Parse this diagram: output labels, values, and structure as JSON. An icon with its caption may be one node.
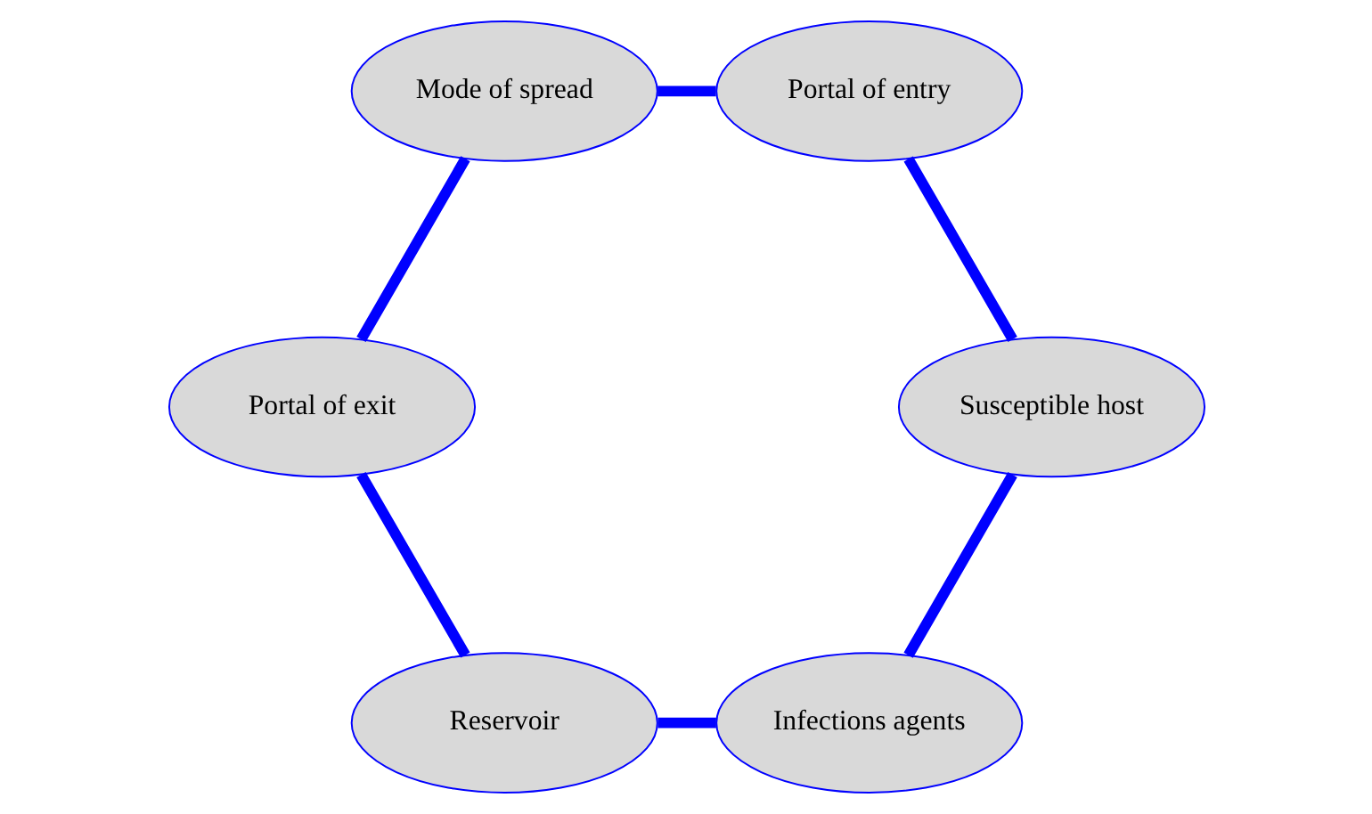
{
  "diagram": {
    "nodes": [
      {
        "text": [
          "Infections agents"
        ]
      },
      {
        "text": [
          "Reservoir"
        ]
      },
      {
        "text": [
          "Portal of exit"
        ]
      },
      {
        "text": [
          "Mode of spread"
        ]
      },
      {
        "text": [
          "Portal of entry"
        ]
      },
      {
        "text": [
          "Susceptible host"
        ]
      }
    ],
    "edges": [
      {
        "from": 0,
        "to": 1,
        "arrow": "none"
      },
      {
        "from": 1,
        "to": 2,
        "arrow": "none"
      },
      {
        "from": 2,
        "to": 3,
        "arrow": "none"
      },
      {
        "from": 3,
        "to": 4,
        "arrow": "none"
      },
      {
        "from": 4,
        "to": 5,
        "arrow": "none"
      },
      {
        "from": 5,
        "to": 0,
        "arrow": "none"
      }
    ]
  }
}
